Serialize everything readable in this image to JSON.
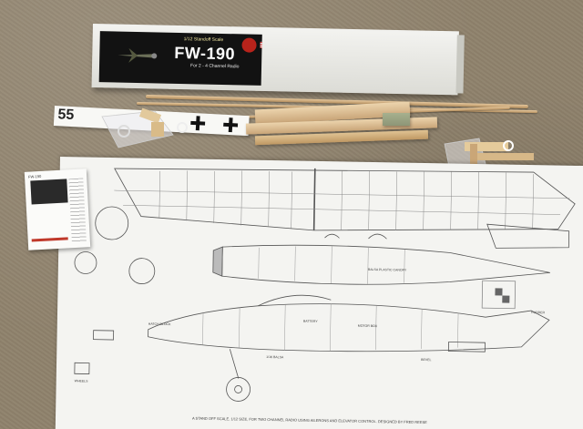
{
  "box": {
    "subtitle": "1/12 Standoff Scale",
    "title": "FW-190",
    "tagline": "For 2 - 4 Channel Radio",
    "footer_text": "",
    "colors": {
      "box": "#e8e8e4",
      "art_panel": "#121212",
      "seal": "#b8231b"
    }
  },
  "decal_sheet": {
    "fuselage_code": "55",
    "marking": "balkenkreuz-cross"
  },
  "plans": {
    "footer_note": "A STAND OFF SCALE, 1/12 SIZE, FOR TWO CHANNEL RADIO USING AILERONS AND ELEVATOR CONTROL. DESIGNED BY FRED REESE",
    "labels": [
      "HATCH BLOCK",
      "BATTERY",
      "MOTOR BOX",
      "RUDDER",
      "BALSA PLASTIC CANOPY",
      "1/16 BALSA",
      "BEVEL",
      "WHEELS"
    ]
  },
  "scene": {
    "surface": "carpet",
    "carpet_color": "#8f826c"
  }
}
